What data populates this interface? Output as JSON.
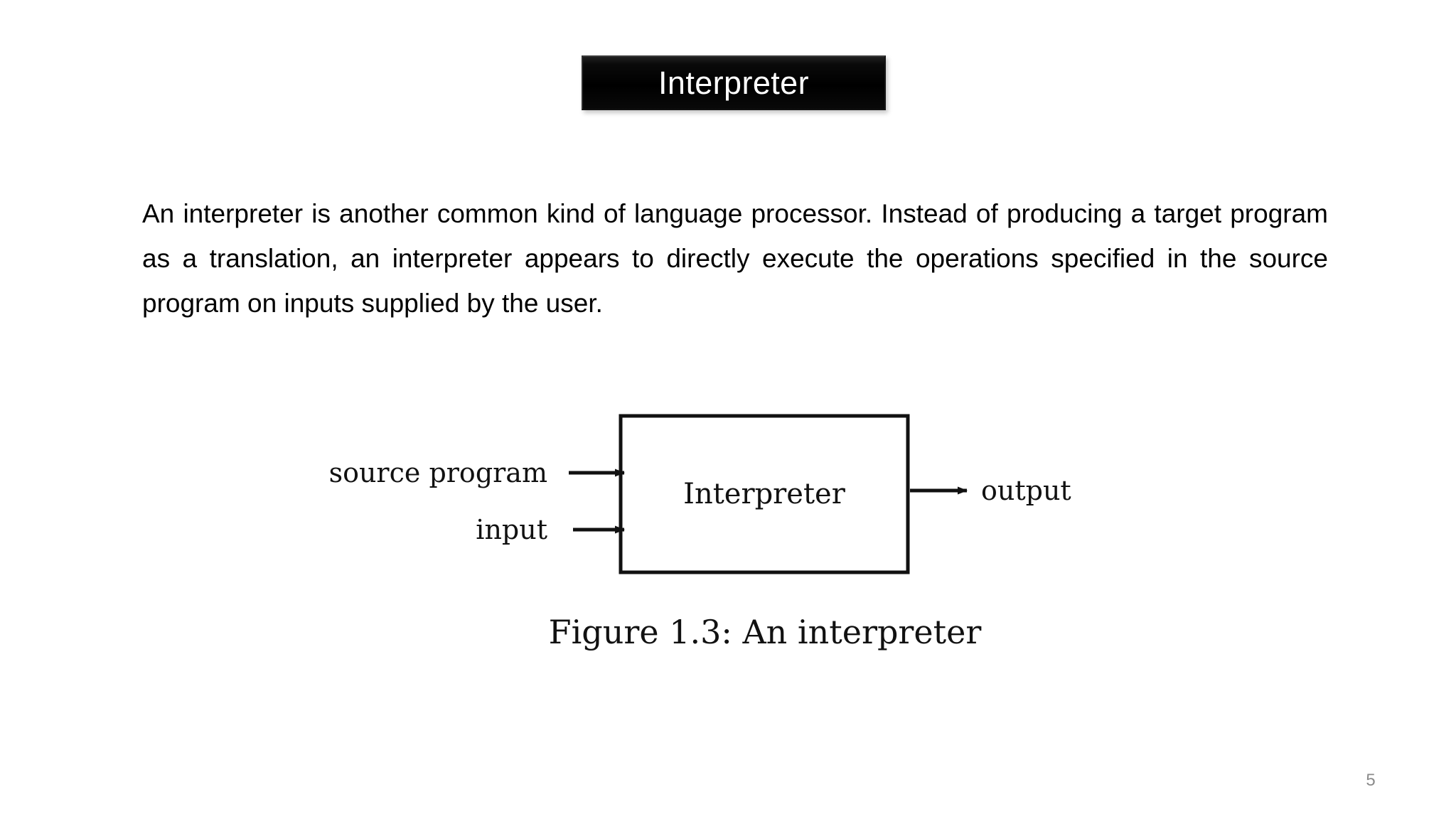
{
  "slide": {
    "title": "Interpreter",
    "page_number": "5",
    "background_color": "#ffffff",
    "title_bar_color": "#000000",
    "title_text_color": "#ffffff",
    "page_number_color": "#8b8b8b"
  },
  "body": {
    "paragraph": "An interpreter is another common kind of language processor. Instead of producing a target program as a translation, an interpreter appears to directly execute the operations specified in the source program on inputs supplied by the user."
  },
  "figure": {
    "caption": "Figure 1.3: An interpreter",
    "box_label": "Interpreter",
    "inputs": [
      {
        "label": "source program"
      },
      {
        "label": "input"
      }
    ],
    "outputs": [
      {
        "label": "output"
      }
    ],
    "stroke_color": "#111111"
  }
}
